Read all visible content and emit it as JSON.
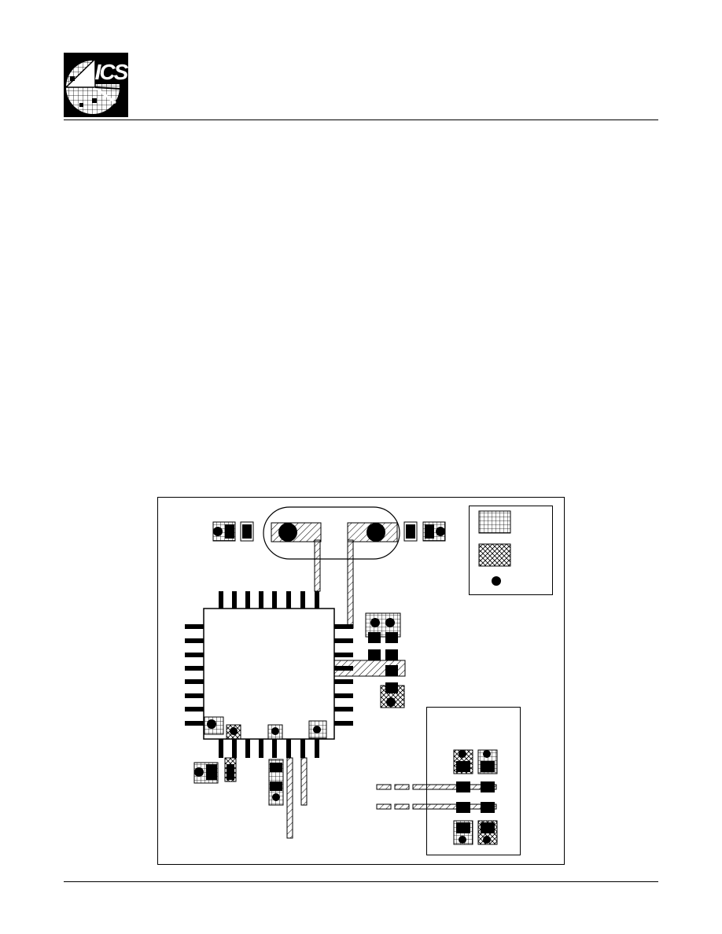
{
  "header": {
    "logo_text": "ICS"
  },
  "figure": {
    "name": "pcb-layout",
    "legend": [
      {
        "icon": "grid-hatch"
      },
      {
        "icon": "cross-hatch"
      },
      {
        "icon": "via-dot"
      }
    ]
  }
}
